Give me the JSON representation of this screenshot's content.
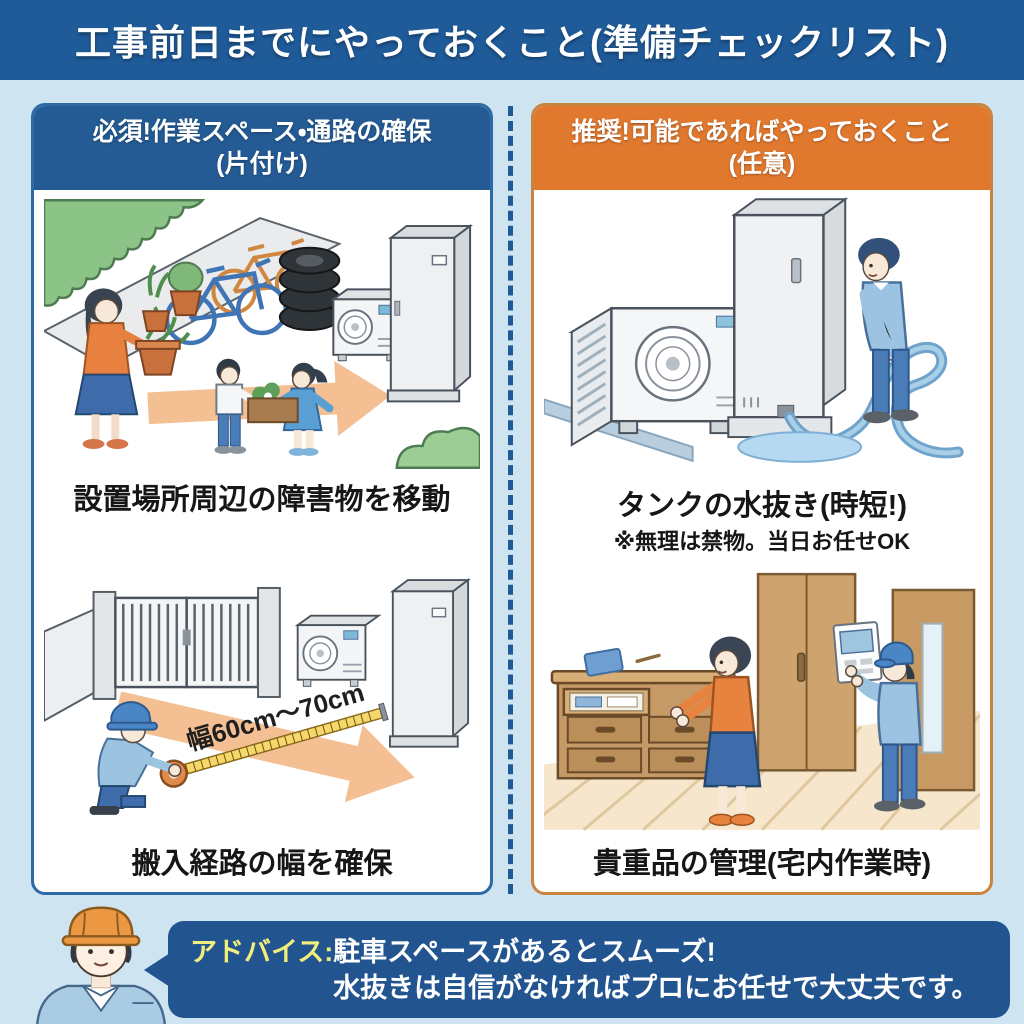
{
  "page": {
    "title": "工事前日までにやっておくこと(準備チェックリスト)"
  },
  "colors": {
    "background": "#cfe4f1",
    "banner_blue": "#1f5b99",
    "required_blue": "#245b94",
    "recommended_orange": "#e0782e",
    "advice_navy": "#225590",
    "advice_label_yellow": "#f2ee7c",
    "arrow_orange": "#f4bf92",
    "tape_yellow": "#f5d76a"
  },
  "left_panel": {
    "header_line1": "必須!作業スペース・通路の確保",
    "header_line2": "(片付け)",
    "items": [
      {
        "illustration": "family-moving-plants-bikes-tires-away-from-heat-pump",
        "caption": "設置場所周辺の障害物を移動"
      },
      {
        "illustration": "worker-measuring-path-width-with-tape",
        "annotation": "幅60cm〜70cm",
        "caption": "搬入経路の幅を確保"
      }
    ]
  },
  "right_panel": {
    "header_line1": "推奨!可能であればやっておくこと",
    "header_line2": "(任意)",
    "items": [
      {
        "illustration": "man-draining-hot-water-tank-with-hose",
        "caption": "タンクの水抜き(時短!)",
        "note": "※無理は禁物。当日お任せOK"
      },
      {
        "illustration": "woman-storing-valuables-worker-at-wall-panel",
        "caption": "貴重品の管理(宅内作業時)"
      }
    ]
  },
  "advice": {
    "label": "アドバイス:",
    "line1": "駐車スペースがあるとスムーズ!",
    "line2": "水抜きは自信がなければプロにお任せで大丈夫です。"
  }
}
